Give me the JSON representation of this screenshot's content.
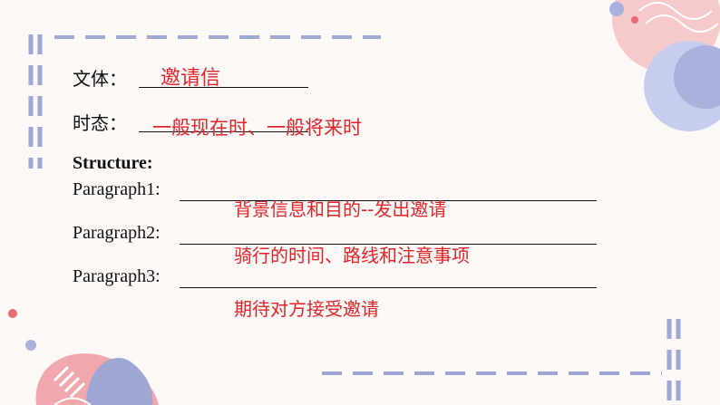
{
  "form": {
    "genre_label": "文体：",
    "genre_answer": "邀请信",
    "tense_label": "时态：",
    "tense_answer": "一般现在时、一般将来时",
    "structure_label": "Structure:",
    "paragraphs": [
      {
        "label": "Paragraph1:",
        "answer": "背景信息和目的--发出邀请"
      },
      {
        "label": "Paragraph2:",
        "answer": "骑行的时间、路线和注意事项"
      },
      {
        "label": "Paragraph3:",
        "answer": "期待对方接受邀请"
      }
    ]
  },
  "colors": {
    "answer": "#e3242b",
    "text": "#111111",
    "background": "#fbf8f6",
    "accent_blue": "#9ea6d3",
    "accent_pink": "#f0a8ad"
  }
}
